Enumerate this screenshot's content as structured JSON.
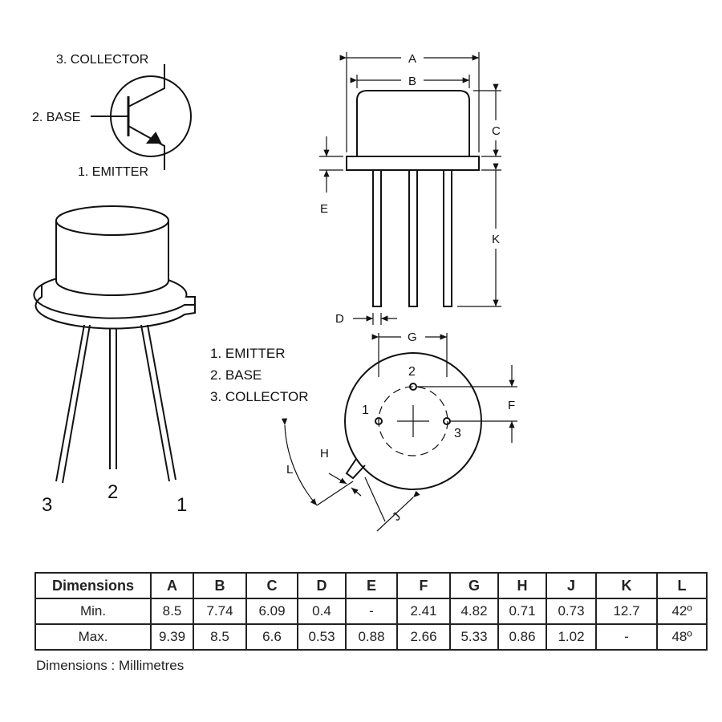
{
  "symbol": {
    "collector": "3. COLLECTOR",
    "base": "2. BASE",
    "emitter": "1. EMITTER"
  },
  "package_leads": [
    "3",
    "2",
    "1"
  ],
  "pin_list": [
    "1. EMITTER",
    "2. BASE",
    "3. COLLECTOR"
  ],
  "bottom_pins": [
    "1",
    "2",
    "3"
  ],
  "dimension_labels": {
    "A": "A",
    "B": "B",
    "C": "C",
    "D": "D",
    "E": "E",
    "F": "F",
    "G": "G",
    "H": "H",
    "J": "J",
    "K": "K",
    "L": "L"
  },
  "table": {
    "headers": [
      "Dimensions",
      "A",
      "B",
      "C",
      "D",
      "E",
      "F",
      "G",
      "H",
      "J",
      "K",
      "L"
    ],
    "rows": [
      [
        "Min.",
        "8.5",
        "7.74",
        "6.09",
        "0.4",
        "-",
        "2.41",
        "4.82",
        "0.71",
        "0.73",
        "12.7",
        "42º"
      ],
      [
        "Max.",
        "9.39",
        "8.5",
        "6.6",
        "0.53",
        "0.88",
        "2.66",
        "5.33",
        "0.86",
        "1.02",
        "-",
        "48º"
      ]
    ]
  },
  "note": "Dimensions : Millimetres"
}
